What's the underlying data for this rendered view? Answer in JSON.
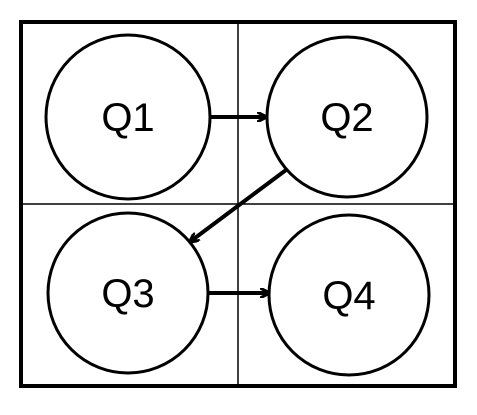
{
  "colors": {
    "background": "#ffffff",
    "stroke": "#000000"
  },
  "quadrants": [
    {
      "id": "q1",
      "label": "Q1"
    },
    {
      "id": "q2",
      "label": "Q2"
    },
    {
      "id": "q3",
      "label": "Q3"
    },
    {
      "id": "q4",
      "label": "Q4"
    }
  ],
  "arrows": [
    {
      "id": "q1-to-q2",
      "from": "Q1",
      "to": "Q2"
    },
    {
      "id": "q2-to-q3",
      "from": "Q2",
      "to": "Q3"
    },
    {
      "id": "q3-to-q4",
      "from": "Q3",
      "to": "Q4"
    }
  ]
}
